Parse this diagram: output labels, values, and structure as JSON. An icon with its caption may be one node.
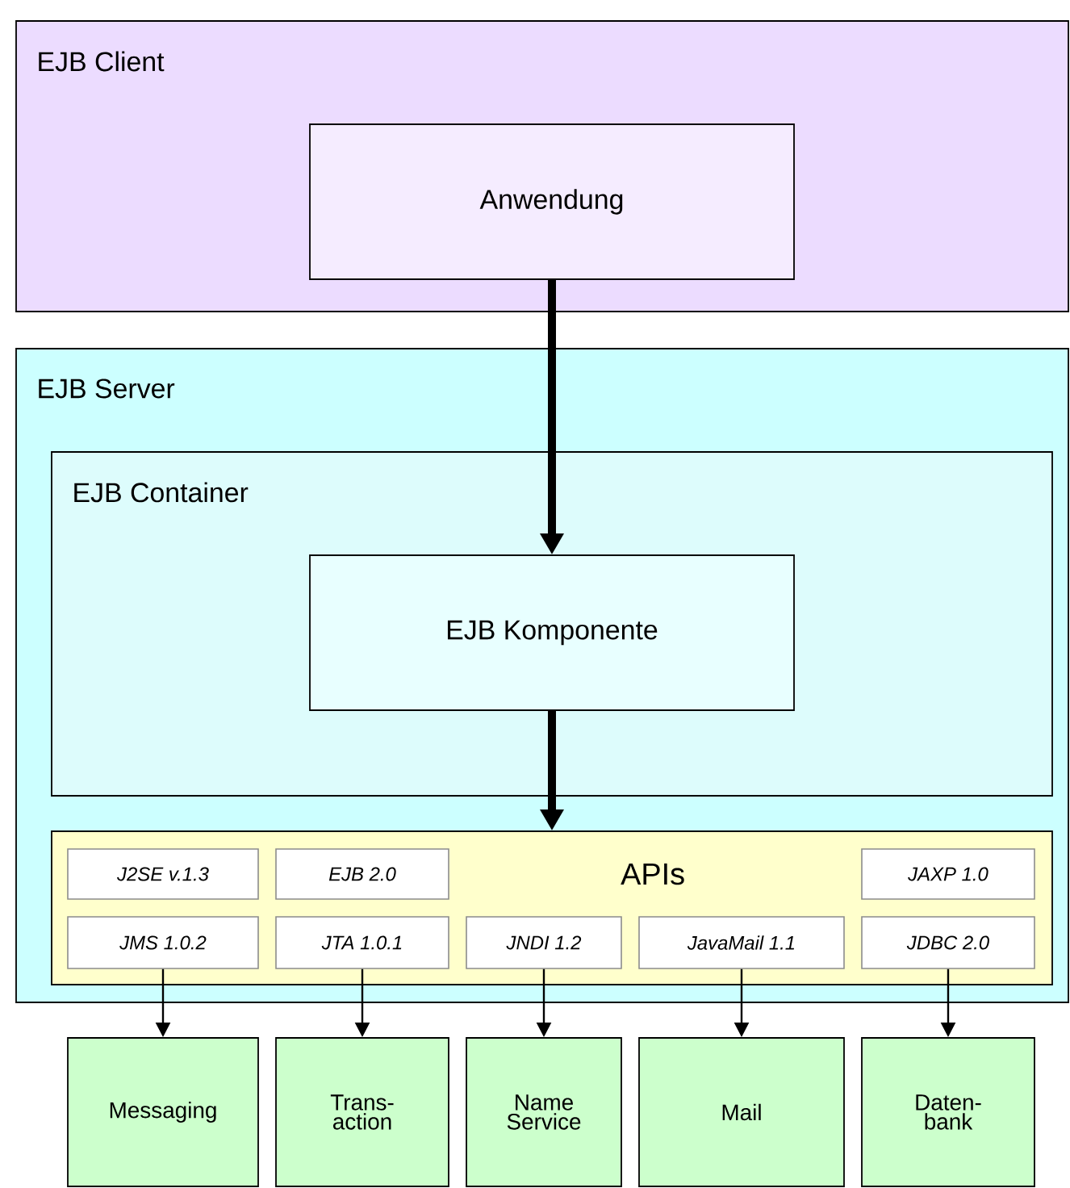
{
  "diagram": {
    "nodes": [
      {
        "text": [
          "EJB Client"
        ]
      },
      {
        "text": [
          "Anwendung"
        ],
        "in": 0
      },
      {
        "text": [
          "EJB Server"
        ]
      },
      {
        "text": [
          "EJB Container"
        ],
        "in": 2
      },
      {
        "text": [
          "EJB Komponente"
        ],
        "in": 3
      },
      {
        "text": [
          "APIs"
        ],
        "in": 2
      },
      {
        "text": [
          "J2SE v.1.3"
        ],
        "in": 5
      },
      {
        "text": [
          "EJB 2.0"
        ],
        "in": 5
      },
      {
        "text": [
          "JAXP 1.0"
        ],
        "in": 5
      },
      {
        "text": [
          "JMS 1.0.2"
        ],
        "in": 5
      },
      {
        "text": [
          "JTA 1.0.1"
        ],
        "in": 5
      },
      {
        "text": [
          "JNDI 1.2"
        ],
        "in": 5
      },
      {
        "text": [
          "JavaMail 1.1"
        ],
        "in": 5
      },
      {
        "text": [
          "JDBC 2.0"
        ],
        "in": 5
      },
      {
        "text": [
          "Messaging"
        ]
      },
      {
        "text": [
          "Trans- action"
        ]
      },
      {
        "text": [
          "Name Service"
        ]
      },
      {
        "text": [
          "Mail"
        ]
      },
      {
        "text": [
          "Daten- bank"
        ]
      }
    ],
    "edges": [
      {
        "from": 1,
        "to": 4,
        "arrow": "to",
        "style": "thick"
      },
      {
        "from": 4,
        "to": 5,
        "arrow": "to",
        "style": "thick"
      },
      {
        "from": 9,
        "to": 14,
        "arrow": "to"
      },
      {
        "from": 10,
        "to": 15,
        "arrow": "to"
      },
      {
        "from": 11,
        "to": 16,
        "arrow": "to"
      },
      {
        "from": 12,
        "to": 17,
        "arrow": "to"
      },
      {
        "from": 13,
        "to": 18,
        "arrow": "to"
      }
    ]
  }
}
